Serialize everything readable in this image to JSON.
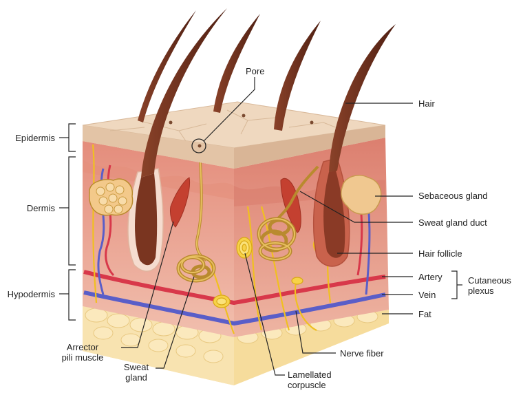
{
  "labels": {
    "pore": "Pore",
    "hair": "Hair",
    "epidermis": "Epidermis",
    "dermis": "Dermis",
    "hypodermis": "Hypodermis",
    "sebaceous_gland": "Sebaceous gland",
    "sweat_gland_duct": "Sweat gland duct",
    "hair_follicle": "Hair follicle",
    "artery": "Artery",
    "vein": "Vein",
    "cutaneous_plexus_line1": "Cutaneous",
    "cutaneous_plexus_line2": "plexus",
    "fat": "Fat",
    "arrector_line1": "Arrector",
    "arrector_line2": "pili muscle",
    "sweat_gland_line1": "Sweat",
    "sweat_gland_line2": "gland",
    "lamellated_line1": "Lamellated",
    "lamellated_line2": "corpuscle",
    "nerve_fiber": "Nerve fiber"
  },
  "colors": {
    "epidermis_top": "#e6c3a4",
    "dermis": "#eaa590",
    "dermis_light": "#f2c0b0",
    "hypodermis_fat": "#f5dca0",
    "hair": "#6a2f1c",
    "artery": "#d8384a",
    "vein": "#5a5ec8",
    "nerve": "#f0c020",
    "gland": "#b98a2e",
    "sebaceous": "#f0c890",
    "muscle": "#c44030"
  }
}
